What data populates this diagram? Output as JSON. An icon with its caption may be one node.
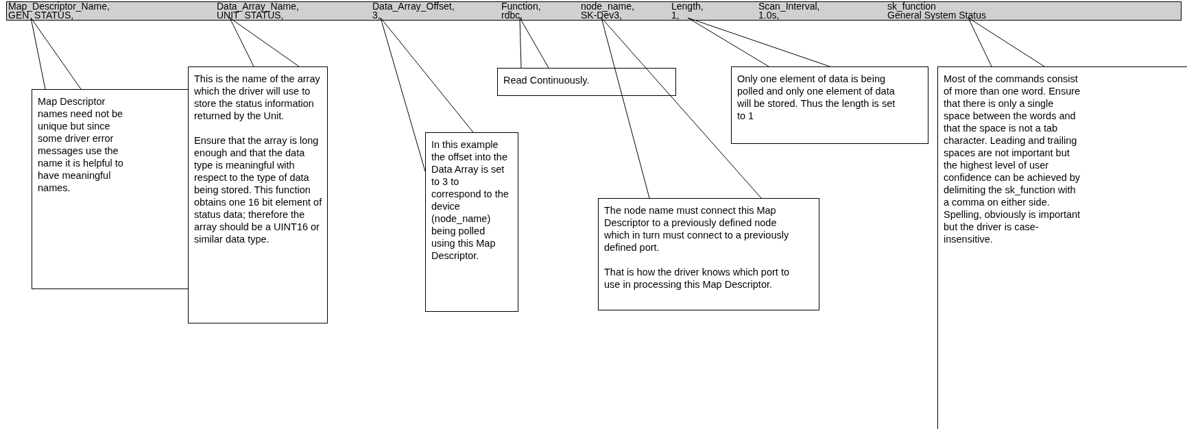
{
  "diagram": {
    "nodes": [
      {
        "text": [
          "Map_Descriptor_Name,",
          "GEN_STATUS,"
        ]
      },
      {
        "text": [
          "Data_Array_Name,",
          "UNIT_STATUS,"
        ]
      },
      {
        "text": [
          "Data_Array_Offset,",
          "3,"
        ]
      },
      {
        "text": [
          "Function,",
          "rdbc,"
        ]
      },
      {
        "text": [
          "node_name,",
          "SK-Dev3,"
        ]
      },
      {
        "text": [
          "Length,",
          "1,"
        ]
      },
      {
        "text": [
          "Scan_Interval,",
          "1.0s,"
        ]
      },
      {
        "text": [
          "sk_function",
          "General System Status"
        ]
      },
      {
        "text": [
          "Map Descriptor names need not be unique but since some driver error messages use the name it is helpful to have meaningful names."
        ]
      },
      {
        "text": [
          "This is the name of the array which the driver will use to store the status information returned by the Unit.",
          "Ensure that the array is long enough and that the data type is meaningful with respect to the type of data being stored. This function obtains one 16 bit element of status data; therefore the array should be a UINT16 or similar data type."
        ]
      },
      {
        "text": [
          "In this example the offset into the Data Array is set to 3 to correspond to the device (node_name) being polled using this Map Descriptor."
        ]
      },
      {
        "text": [
          "Read Continuously."
        ]
      },
      {
        "text": [
          "The node name must connect this Map Descriptor to a previously defined node which in turn must connect to a previously defined port.",
          "That is how the driver knows which port to use in processing this Map Descriptor."
        ]
      },
      {
        "text": [
          "Only one element of data is being polled and only one element of data will be stored. Thus the length is set to 1"
        ]
      },
      {
        "text": [
          "Most of the commands consist of more than one word.  Ensure that there is only a single space between the words and that the space is not a tab character.  Leading and trailing spaces are not important but the highest level of user confidence can be achieved by delimiting the sk_function with a comma on either side. Spelling, obviously is important but the driver is case-insensitive."
        ]
      }
    ],
    "edges": [
      {
        "from": 8,
        "to": 0,
        "arrow": "none"
      },
      {
        "from": 9,
        "to": 1,
        "arrow": "none"
      },
      {
        "from": 10,
        "to": 2,
        "arrow": "none"
      },
      {
        "from": 11,
        "to": 3,
        "arrow": "none"
      },
      {
        "from": 12,
        "to": 4,
        "arrow": "none"
      },
      {
        "from": 13,
        "to": 5,
        "arrow": "none"
      },
      {
        "from": 14,
        "to": 7,
        "arrow": "none"
      }
    ]
  }
}
